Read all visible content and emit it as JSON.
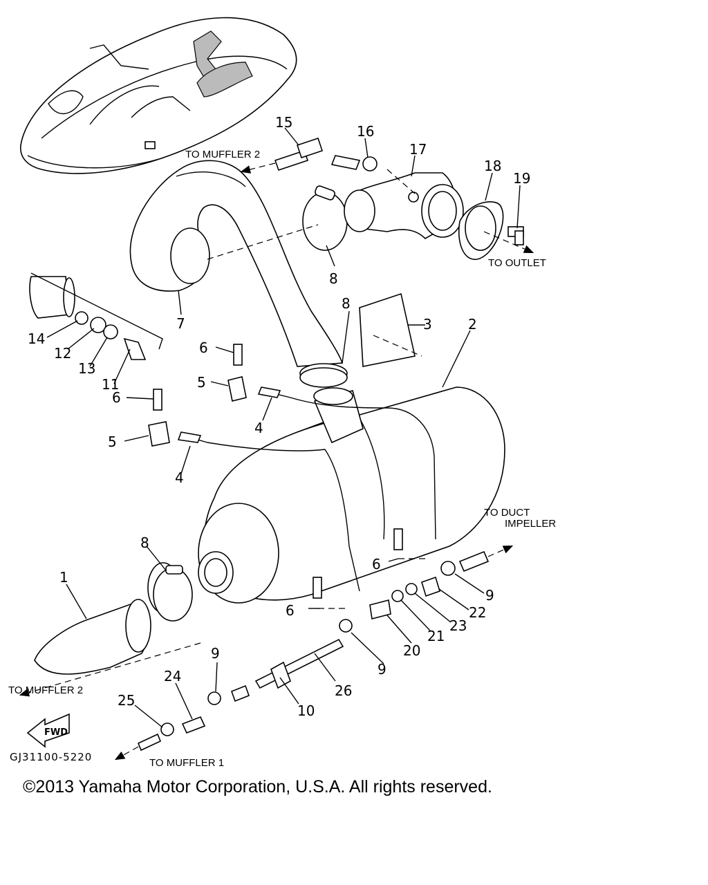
{
  "diagram": {
    "part_numbers": {
      "p1": "1",
      "p2": "2",
      "p3": "3",
      "p4a": "4",
      "p4b": "4",
      "p5a": "5",
      "p5b": "5",
      "p6a": "6",
      "p6b": "6",
      "p6c": "6",
      "p6d": "6",
      "p7": "7",
      "p8a": "8",
      "p8b": "8",
      "p8c": "8",
      "p9a": "9",
      "p9b": "9",
      "p9c": "9",
      "p10": "10",
      "p11": "11",
      "p12": "12",
      "p13": "13",
      "p14": "14",
      "p15": "15",
      "p16": "16",
      "p17": "17",
      "p18": "18",
      "p19": "19",
      "p20": "20",
      "p21": "21",
      "p22": "22",
      "p23": "23",
      "p24": "24",
      "p25": "25",
      "p26": "26"
    },
    "annotations": {
      "to_muffler2_top": "TO MUFFLER 2",
      "to_outlet": "TO OUTLET",
      "to_duct": "TO DUCT",
      "impeller": "IMPELLER",
      "to_muffler2_bottom": "TO MUFFLER 2",
      "to_muffler1": "TO MUFFLER 1",
      "fwd": "FWD"
    },
    "drawing_code": "GJ31100-5220"
  },
  "footer": {
    "copyright": "©2013 Yamaha Motor Corporation, U.S.A. All rights reserved."
  }
}
